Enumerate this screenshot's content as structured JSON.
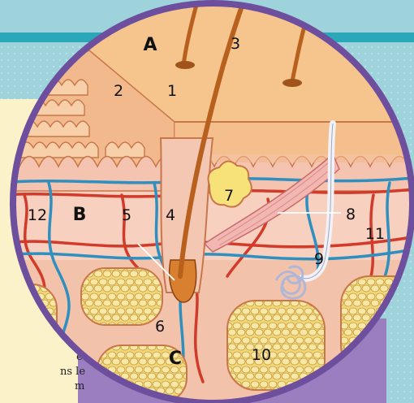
{
  "labels": {
    "A": "A",
    "B": "B",
    "C": "C",
    "n1": "1",
    "n2": "2",
    "n3": "3",
    "n4": "4",
    "n5": "5",
    "n6": "6",
    "n7": "7",
    "n8": "8",
    "n9": "9",
    "n10": "10",
    "n11": "11",
    "n12": "12"
  },
  "cut_text": {
    "line1": "est",
    "line2": "ns le",
    "line3": "m"
  },
  "colors": {
    "background": "#9fd3dc",
    "frame": "#6e4f9e",
    "epidermis": "#f6c58e",
    "dermis": "#f7d0bf",
    "hypodermis_fat": "#f3e08d",
    "hair": "#c8661e",
    "artery": "#d23a2a",
    "vein": "#2f8fbf"
  }
}
